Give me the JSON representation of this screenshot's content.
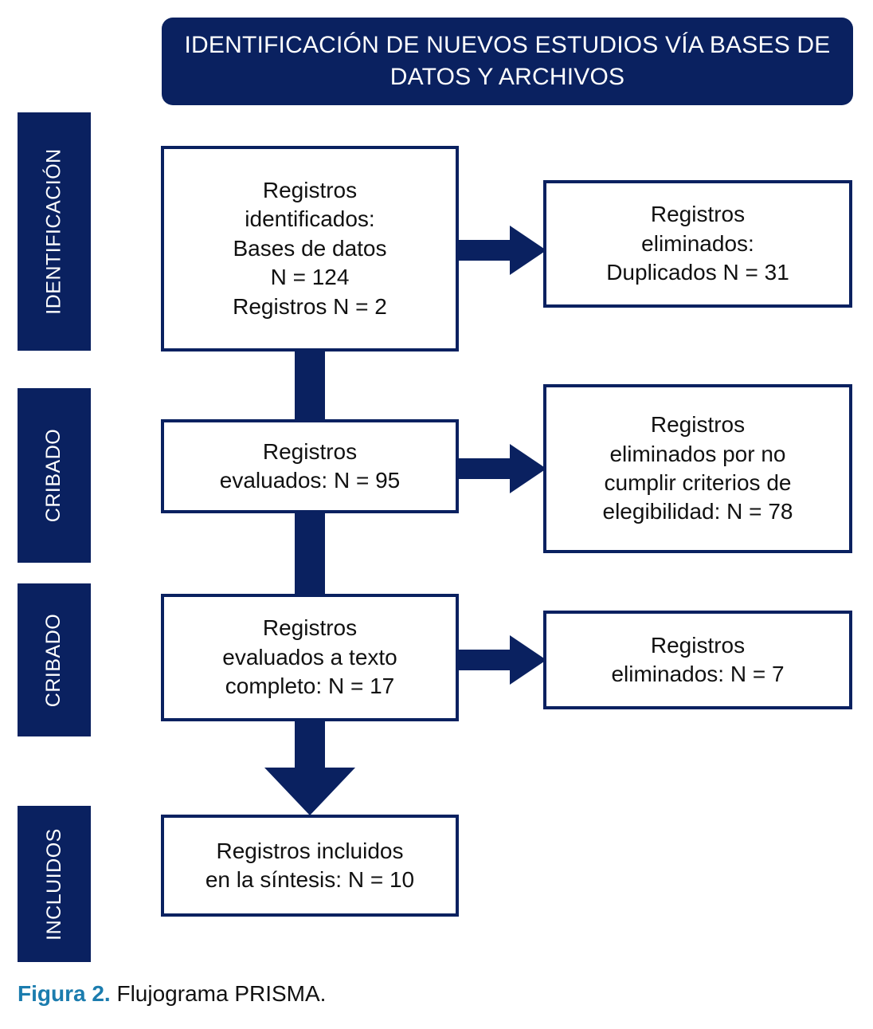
{
  "header": {
    "title": "IDENTIFICACIÓN DE NUEVOS ESTUDIOS VÍA BASES DE DATOS Y ARCHIVOS"
  },
  "stages": [
    {
      "id": "identificacion",
      "label": "IDENTIFICACIÓN"
    },
    {
      "id": "cribado-1",
      "label": "CRIBADO"
    },
    {
      "id": "cribado-2",
      "label": "CRIBADO"
    },
    {
      "id": "incluidos",
      "label": "INCLUIDOS"
    }
  ],
  "boxes": {
    "identificados": "Registros\nidentificados:\nBases de datos\nN = 124\nRegistros N = 2",
    "duplicados": "Registros\neliminados:\nDuplicados N = 31",
    "evaluados": "Registros\nevaluados: N = 95",
    "no_cumplir": "Registros\neliminados por no\ncumplir criterios de\nelegibilidad: N = 78",
    "texto_completo": "Registros\nevaluados a texto\ncompleto: N = 17",
    "eliminados_7": "Registros\neliminados: N = 7",
    "incluidos": "Registros incluidos\nen la síntesis: N = 10"
  },
  "caption": {
    "bold": "Figura 2.",
    "rest": " Flujograma PRISMA."
  },
  "colors": {
    "navy": "#0a2160",
    "caption_blue": "#1b7cae",
    "box_fill": "#ffffff",
    "text": "#111111"
  }
}
